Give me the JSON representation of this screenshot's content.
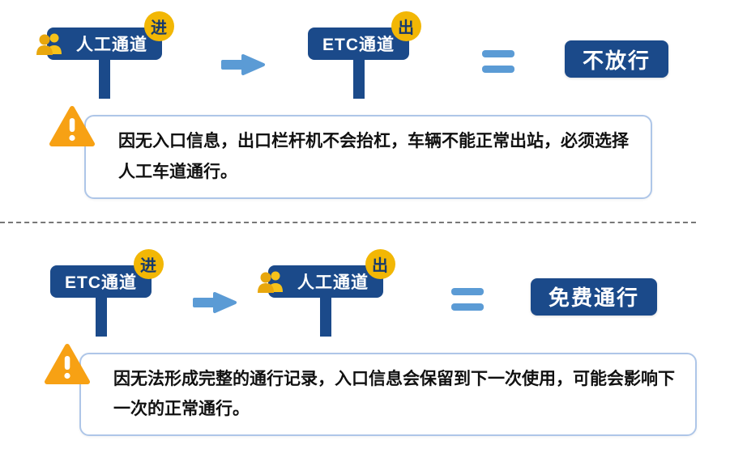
{
  "scenarios": [
    {
      "name": "manual-entry-etc-exit",
      "entry": {
        "label": "人工通道",
        "badge": "进"
      },
      "exit": {
        "label": "ETC通道",
        "badge": "出"
      },
      "result": "不放行",
      "note": "因无入口信息，出口栏杆机不会抬杠，车辆不能正常出站，必须选择人工车道通行。"
    },
    {
      "name": "etc-entry-manual-exit",
      "entry": {
        "label": "ETC通道",
        "badge": "进"
      },
      "exit": {
        "label": "人工通道",
        "badge": "出"
      },
      "result": "免费通行",
      "note": "因无法形成完整的通行记录，入口信息会保留到下一次使用，可能会影响下一次的正常通行。"
    }
  ],
  "icons": {
    "person": "people-icon",
    "warning": "warning-triangle-icon",
    "arrow": "arrow-right-icon",
    "equals": "equals-icon"
  },
  "colors": {
    "navy": "#1b4a8a",
    "badge_gold": "#f2b705",
    "badge_text": "#16396b",
    "flow_blue": "#5b9bd5",
    "warning_orange": "#f7a114",
    "note_border": "#aec6e8"
  }
}
